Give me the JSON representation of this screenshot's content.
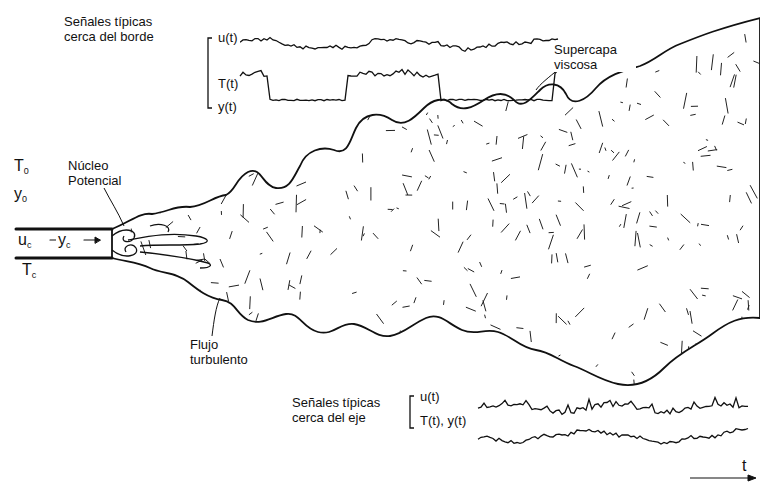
{
  "diagram": {
    "labels": [
      "Señales típicas cerca del borde",
      "u(t)",
      "T(t)",
      "y(t)",
      "Supercapa viscosa",
      "T0",
      "y0",
      "Núcleo Potencial",
      "uc",
      "yc",
      "Tc",
      "Flujo turbulento",
      "Señales típicas cerca del eje",
      "u(t)",
      "T(t), y(t)",
      "t"
    ]
  }
}
